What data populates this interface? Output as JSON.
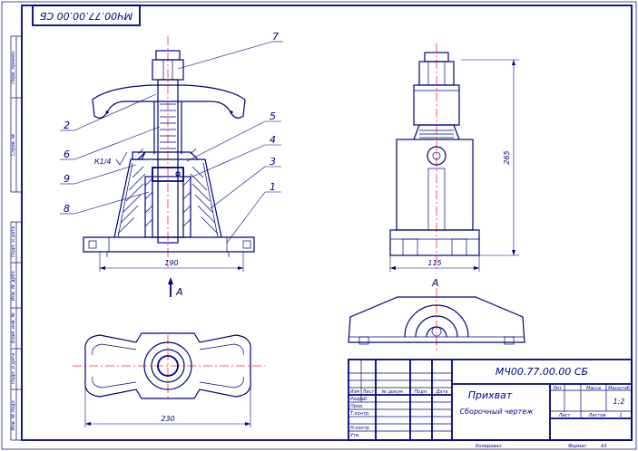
{
  "rotated_designation": "МЧ00.77.00.00 СБ",
  "positions": [
    "1",
    "2",
    "3",
    "4",
    "5",
    "6",
    "7",
    "8",
    "9"
  ],
  "roughness": "К1/4",
  "dimensions": {
    "width_front": "190",
    "width_side": "115",
    "height_side": "265",
    "width_plan": "230"
  },
  "section_mark": "А",
  "view_mark": "А",
  "left_strip": [
    "Перв. примен.",
    "Справ. №",
    "Подп. и дата",
    "Инв. № дубл.",
    "Взам. инв. №",
    "Подп. и дата",
    "Инв. № подл."
  ],
  "title_block": {
    "designation": "МЧ00.77.00.00 СБ",
    "name": "Прихват",
    "doc_type": "Сборочный чертеж",
    "col_lit": "Лит",
    "col_mass": "Масса",
    "col_scale": "Масштаб",
    "scale": "1:2",
    "sheet": "Лист",
    "sheets": "Листов",
    "sheets_count": "1",
    "row_labels": [
      "Изм",
      "Лист",
      "№ докум.",
      "Подп.",
      "Дата"
    ],
    "roles": [
      "Разраб.",
      "Пров.",
      "Т.контр.",
      "Н.контр.",
      "Утв."
    ],
    "copied": "Копировал",
    "format_label": "Формат",
    "format": "А3"
  }
}
